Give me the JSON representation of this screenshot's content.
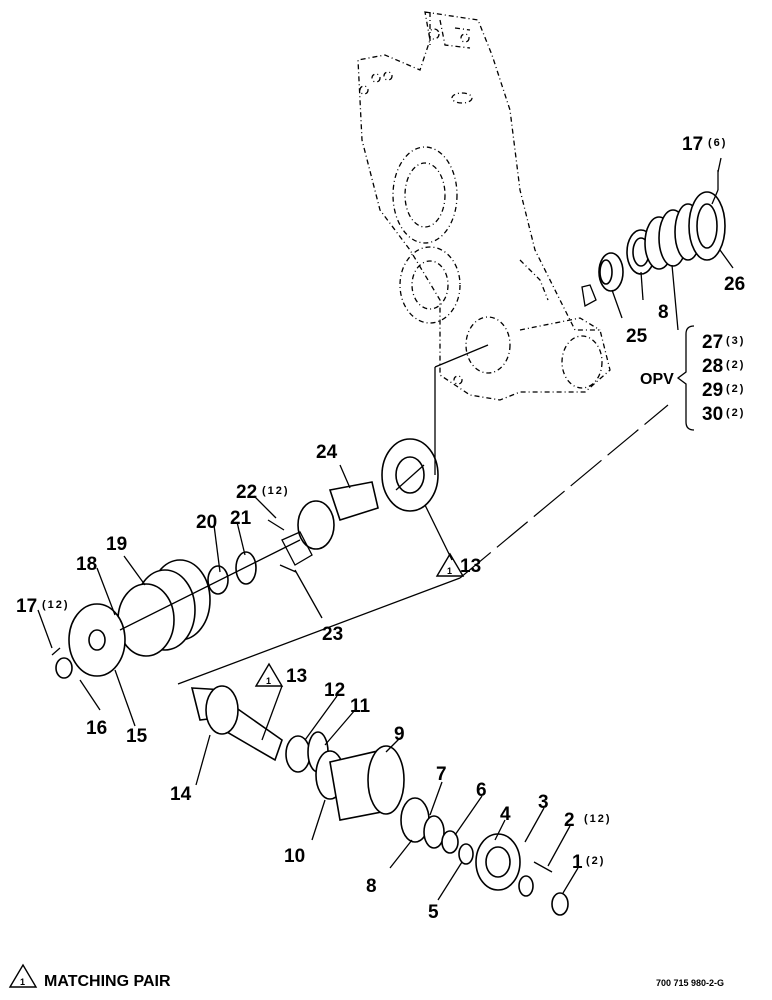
{
  "labels": {
    "p1": "1",
    "p1q": "(2)",
    "p2": "2",
    "p2q": "(12)",
    "p3": "3",
    "p4": "4",
    "p5": "5",
    "p6": "6",
    "p7": "7",
    "p8a": "8",
    "p8b": "8",
    "p9": "9",
    "p10": "10",
    "p11": "11",
    "p12": "12",
    "p13a": "13",
    "p13b": "13",
    "p14": "14",
    "p15": "15",
    "p16": "16",
    "p17a": "17",
    "p17aq": "(6)",
    "p17b": "17",
    "p17bq": "(12)",
    "p18": "18",
    "p19": "19",
    "p20": "20",
    "p21": "21",
    "p22": "22",
    "p22q": "(12)",
    "p23": "23",
    "p24": "24",
    "p25": "25",
    "p26": "26",
    "p27": "27",
    "p27q": "(3)",
    "p28": "28",
    "p28q": "(2)",
    "p29": "29",
    "p29q": "(2)",
    "p30": "30",
    "p30q": "(2)",
    "opv": "OPV",
    "tri1": "1",
    "tri2": "1",
    "tri3": "1"
  },
  "legend": {
    "symbol": "1",
    "text": "MATCHING PAIR"
  },
  "ref_code": "700 715 980-2-G"
}
